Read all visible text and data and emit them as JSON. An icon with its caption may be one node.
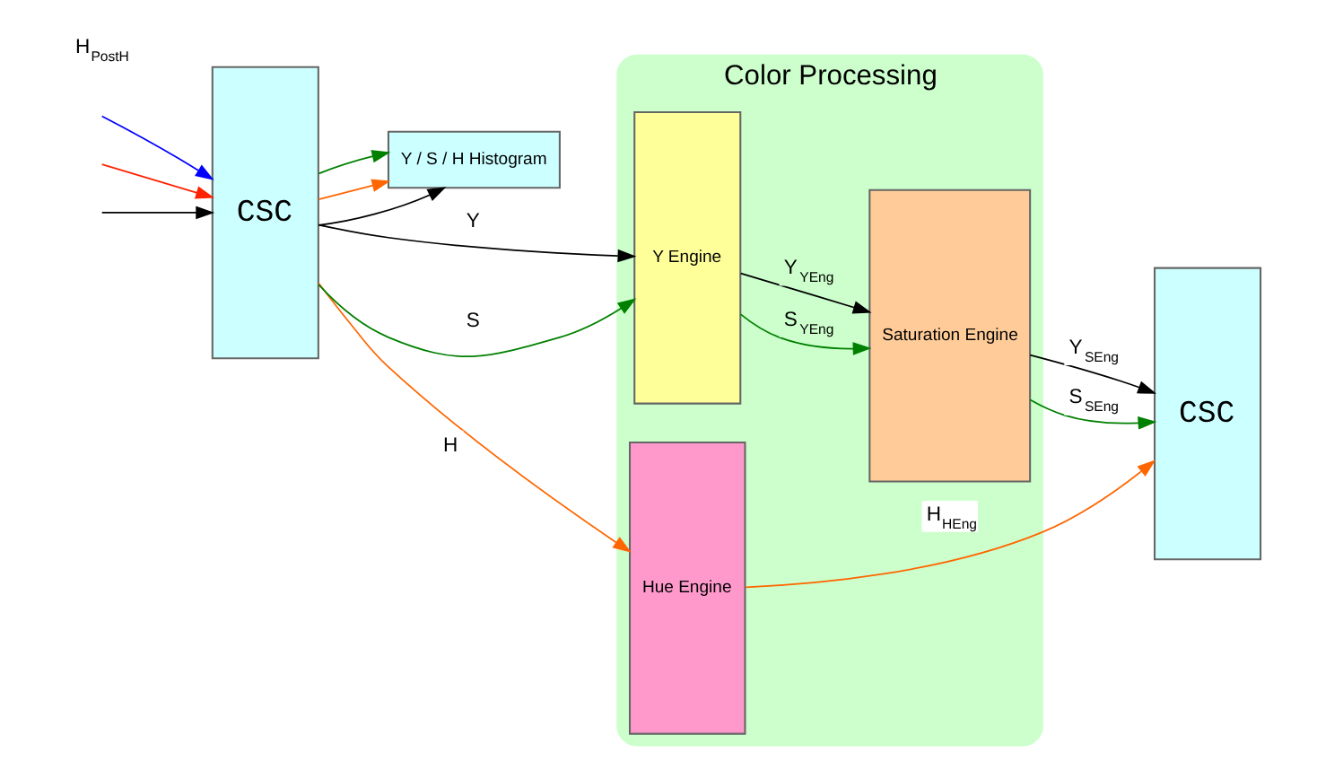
{
  "diagram": {
    "nodes": [
      {
        "text": [
          "CSC"
        ]
      },
      {
        "text": [
          "Y / S / H Histogram"
        ]
      },
      {
        "text": [
          "Color Processing"
        ]
      },
      {
        "text": [
          "Hue Engine"
        ],
        "in": 2
      },
      {
        "text": [
          "Y Engine"
        ],
        "in": 2
      },
      {
        "text": [
          "Saturation Engine"
        ],
        "in": 2
      },
      {
        "text": [
          "CSC"
        ]
      }
    ],
    "edges": [
      {
        "from": null,
        "to": 0,
        "arrow": "to",
        "color": "#0000ff"
      },
      {
        "from": null,
        "to": 0,
        "arrow": "to",
        "color": "#ff2200"
      },
      {
        "from": null,
        "to": 0,
        "arrow": "to"
      },
      {
        "from": 0,
        "to": 1,
        "arrow": "to"
      },
      {
        "from": 0,
        "to": 1,
        "arrow": "to",
        "color": "#ff6600"
      },
      {
        "from": 0,
        "to": 1,
        "arrow": "to",
        "color": "#008000"
      },
      {
        "from": 0,
        "to": 4,
        "arrow": "to",
        "label": "S",
        "color": "#008000"
      },
      {
        "from": 0,
        "to": 3,
        "arrow": "to",
        "label": "H",
        "color": "#ff6600"
      },
      {
        "from": 0,
        "to": 4,
        "arrow": "to",
        "label": "Y"
      },
      {
        "from": 4,
        "to": 5,
        "arrow": "to",
        "label": "S$_{YEng}$",
        "color": "#008000"
      },
      {
        "from": 3,
        "to": 6,
        "arrow": "to",
        "label": "H$_{HEng}$",
        "color": "#ff6600"
      },
      {
        "from": 4,
        "to": 5,
        "arrow": "to",
        "label": "Y$_{YEng}$"
      },
      {
        "from": 5,
        "to": 6,
        "arrow": "to",
        "label": "S$_{SEng}$",
        "color": "#008000"
      },
      {
        "from": 5,
        "to": 6,
        "arrow": "to",
        "label": "Y$_{SEng}$"
      }
    ],
    "labels": [
      "H$_{PostH}$"
    ]
  }
}
